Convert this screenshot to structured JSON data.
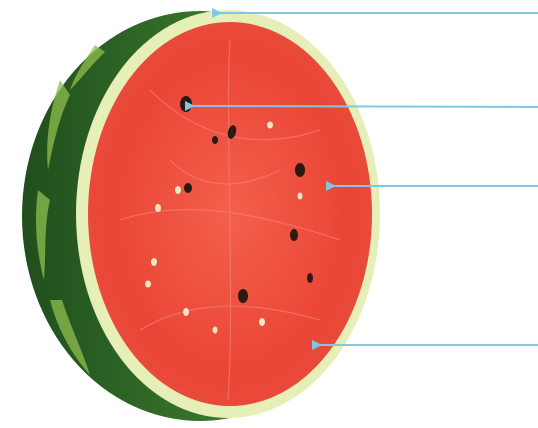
{
  "figure": {
    "subject_icon": "watermalon-half-icon",
    "colors": {
      "rind_dark": "#2f6a2a",
      "rind_stripe": "#8fbf4e",
      "rind_inner": "#e6efb8",
      "flesh": "#ef4a3c",
      "flesh_light": "#f4735f",
      "seed_dark": "#2a1a14",
      "seed_white": "#f3e6c4",
      "pointer": "#7ec8e3"
    },
    "pointers": [
      {
        "name": "pointer-rind",
        "label": ""
      },
      {
        "name": "pointer-seed",
        "label": ""
      },
      {
        "name": "pointer-flesh",
        "label": ""
      },
      {
        "name": "pointer-inner-rind",
        "label": ""
      }
    ]
  }
}
